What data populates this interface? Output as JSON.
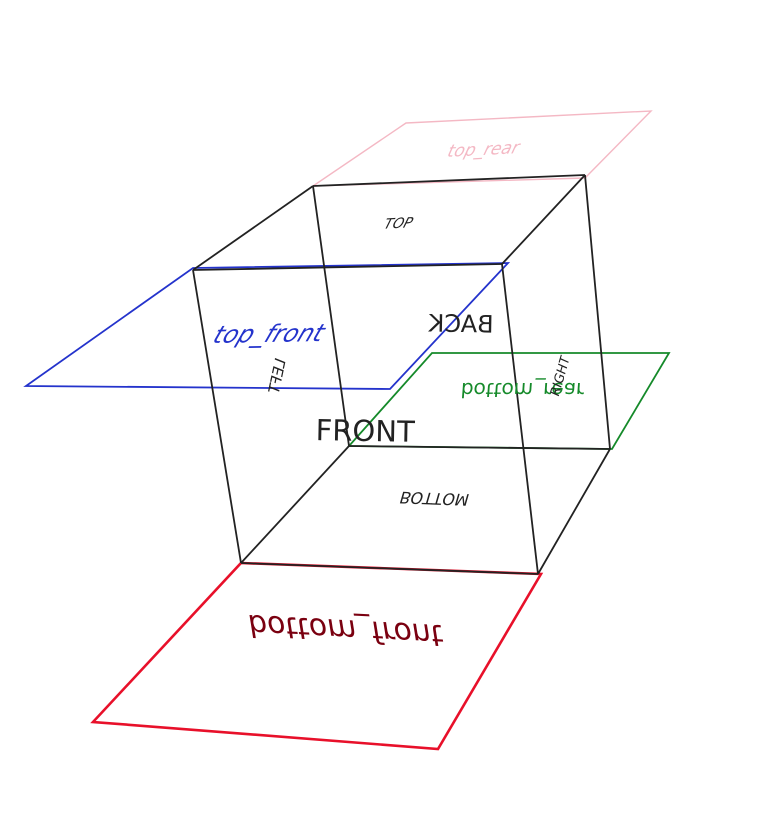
{
  "planes": {
    "top_rear": {
      "label": "top_rear",
      "color": "#f4b8c4"
    },
    "top_front": {
      "label": "top_front",
      "color": "#2433cc"
    },
    "bottom_rear": {
      "label": "bottom_rear",
      "color": "#158a2a"
    },
    "bottom_front": {
      "label": "bottom_front",
      "color": "#e8102a",
      "text_color": "#7a0010"
    }
  },
  "cube": {
    "edge_color": "#222222",
    "faces": {
      "top": "TOP",
      "back": "BACK",
      "left": "LEFT",
      "right": "RIGHT",
      "front": "FRONT",
      "bottom": "BOTTOM"
    }
  }
}
